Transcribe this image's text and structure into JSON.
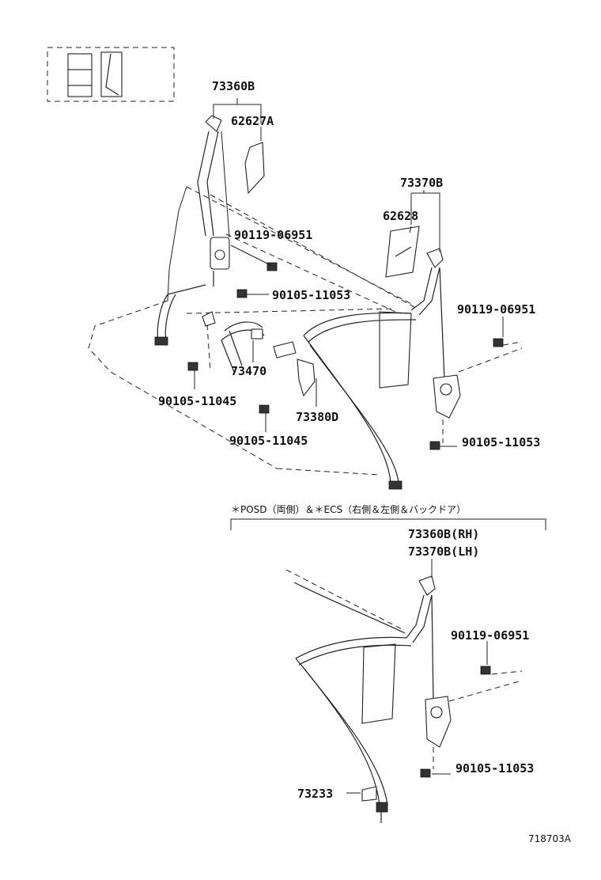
{
  "labels": {
    "p73360b": "73360B",
    "p62627a": "62627A",
    "p73370b": "73370B",
    "p62628": "62628",
    "p90119_a": "90119-06951",
    "p90105_11053_a": "90105-11053",
    "p90119_b": "90119-06951",
    "p73470": "73470",
    "p90105_11045_a": "90105-11045",
    "p73380d": "73380D",
    "p90105_11045_b": "90105-11045",
    "p90105_11053_b": "90105-11053",
    "variant_note": "＊POSD（両側）＆＊ECS（右側＆左側＆バックドア）",
    "p73360b_rh": "73360B(RH)",
    "p73370b_lh": "73370B(LH)",
    "p90119_c": "90119-06951",
    "p90105_11053_c": "90105-11053",
    "p73233": "73233",
    "figure_id": "718703A"
  },
  "icons": {
    "seat_locator": "seat-locator-icon",
    "bolt": "bolt-icon"
  },
  "colors": {
    "ink": "#222222",
    "background": "#ffffff"
  }
}
